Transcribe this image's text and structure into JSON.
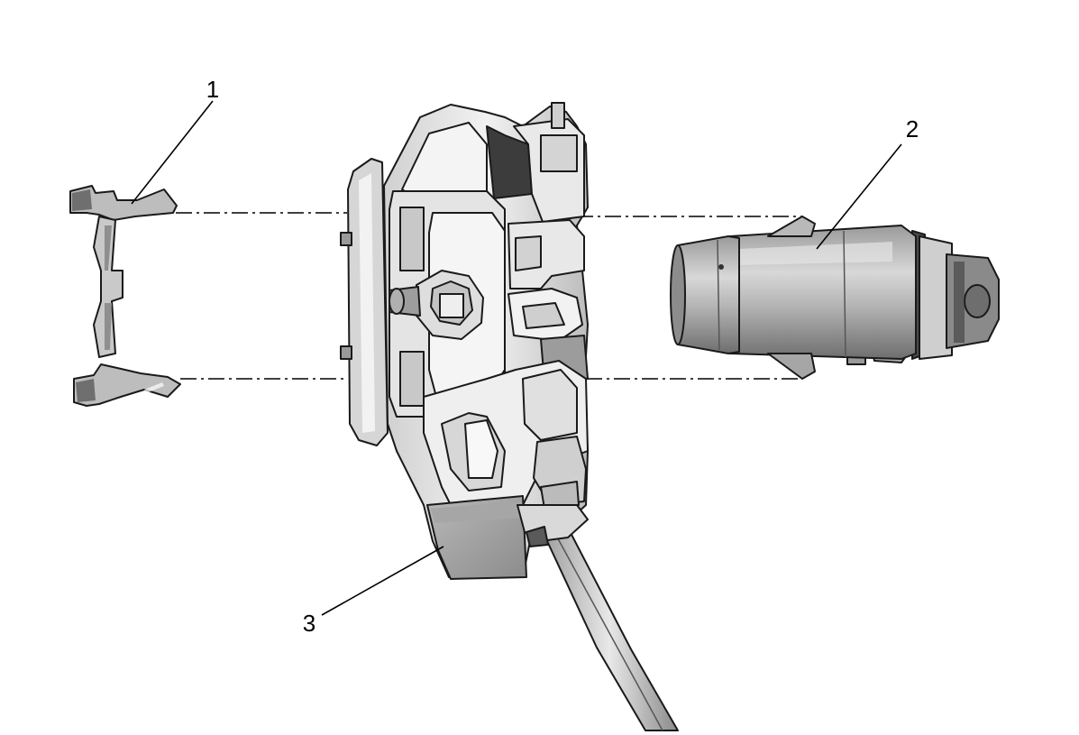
{
  "callouts": [
    {
      "id": "1",
      "label": "1"
    },
    {
      "id": "2",
      "label": "2"
    },
    {
      "id": "3",
      "label": "3"
    }
  ],
  "colors": {
    "background": "#ffffff",
    "line": "#000000",
    "part_light": "#e6e6e6",
    "part_mid": "#bdbdbd",
    "part_dark": "#7a7a7a",
    "part_darkest": "#3c3c3c"
  }
}
